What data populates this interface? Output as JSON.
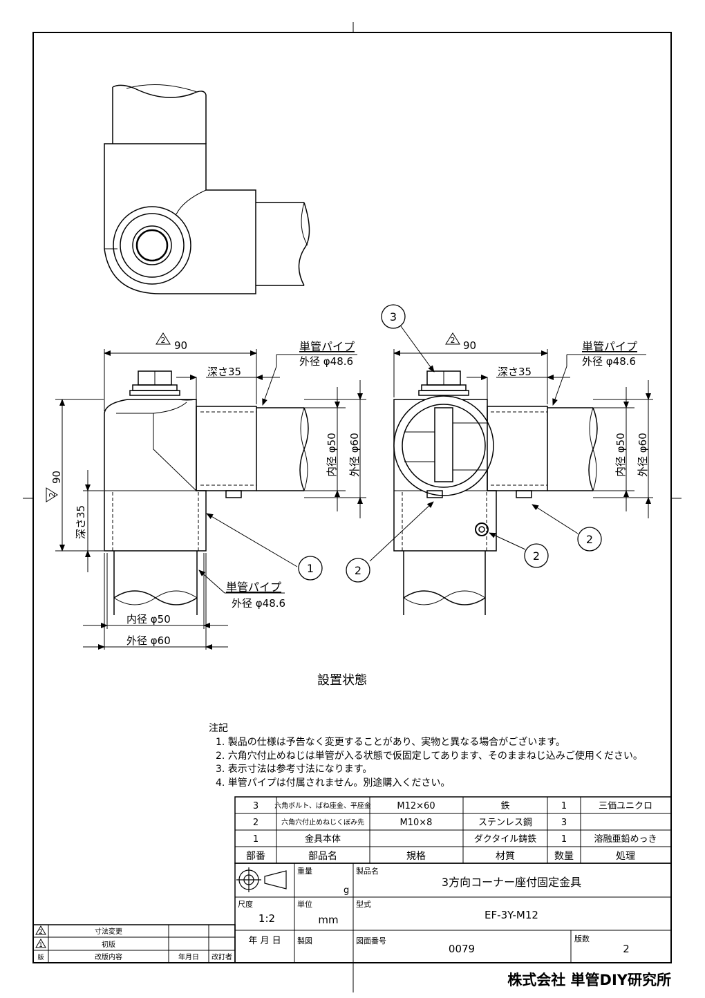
{
  "drawing": {
    "top_view": {},
    "left_view": {
      "dim_width": "90",
      "dim_depth_top": "深さ35",
      "pipe_label": "単管パイプ",
      "pipe_od": "外径 φ48.6",
      "dim_inner": "内径 φ50",
      "dim_outer": "外径 φ60",
      "dim_height": "90",
      "dim_depth_side": "深さ35",
      "balloon": "1",
      "rev_mark": "2"
    },
    "right_view": {
      "dim_width": "90",
      "dim_depth_top": "深さ35",
      "pipe_label": "単管パイプ",
      "pipe_od": "外径 φ48.6",
      "dim_inner": "内径 φ50",
      "dim_outer": "外径 φ60",
      "balloon_bolt": "3",
      "balloon_screw_a": "2",
      "balloon_screw_b": "2",
      "balloon_screw_c": "2",
      "rev_mark": "2"
    },
    "bottom_labels": {
      "pipe_label": "単管パイプ",
      "pipe_od": "外径 φ48.6",
      "inner": "内径 φ50",
      "outer": "外径 φ60"
    },
    "caption": "設置状態"
  },
  "notes": {
    "heading": "注記",
    "items": [
      "1. 製品の仕様は予告なく変更することがあり、実物と異なる場合がございます。",
      "2. 六角穴付止めねじは単管が入る状態で仮固定してあります、そのままねじ込みご使用ください。",
      "3. 表示寸法は参考寸法になります。",
      "4. 単管パイプは付属されません。別途購入ください。"
    ]
  },
  "parts_table": {
    "rows": [
      {
        "no": "3",
        "name": "六角ボルト、ばね座金、平座金",
        "spec": "M12×60",
        "material": "鉄",
        "qty": "1",
        "finish": "三価ユニクロ"
      },
      {
        "no": "2",
        "name": "六角穴付止めねじくぼみ先",
        "spec": "M10×8",
        "material": "ステンレス鋼",
        "qty": "3",
        "finish": ""
      },
      {
        "no": "1",
        "name": "金具本体",
        "spec": "",
        "material": "ダクタイル鋳鉄",
        "qty": "1",
        "finish": "溶融亜鉛めっき"
      }
    ],
    "headers": {
      "no": "部番",
      "name": "部品名",
      "spec": "規格",
      "material": "材質",
      "qty": "数量",
      "finish": "処理"
    }
  },
  "title_block": {
    "weight_label": "重量",
    "weight_unit": "g",
    "product_label": "製品名",
    "product_name": "3方向コーナー座付固定金具",
    "scale_label": "尺度",
    "scale": "1:2",
    "unit_label": "単位",
    "unit": "mm",
    "model_label": "型式",
    "model": "EF-3Y-M12",
    "date_label": "年 月 日",
    "drafter_label": "製図",
    "drawing_no_label": "図面番号",
    "drawing_no": "0079",
    "edition_label": "版数",
    "edition": "2"
  },
  "revision_table": {
    "rows": [
      {
        "mark": "2",
        "content": "寸法変更"
      },
      {
        "mark": "1",
        "content": "初版"
      }
    ],
    "headers": {
      "mark": "版",
      "content": "改版内容",
      "date": "年月日",
      "reviser": "改訂者"
    }
  },
  "company": "株式会社 単管DIY研究所"
}
